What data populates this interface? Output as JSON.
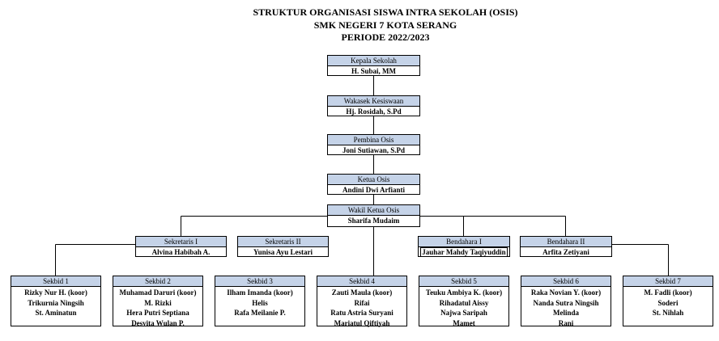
{
  "header": {
    "line1": "STRUKTUR ORGANISASI SISWA INTRA SEKOLAH (OSIS)",
    "line2": "SMK NEGERI 7 KOTA SERANG",
    "line3": "PERIODE 2022/2023"
  },
  "chain": [
    {
      "title": "Kepala Sekolah",
      "name": "H. Subai, MM"
    },
    {
      "title": "Wakasek Kesiswaan",
      "name": "Hj. Rosidah, S.Pd"
    },
    {
      "title": "Pembina Osis",
      "name": "Joni Sutiawan, S.Pd"
    },
    {
      "title": "Ketua Osis",
      "name": "Andini Dwi Arfianti"
    },
    {
      "title": "Wakil Ketua Osis",
      "name": "Sharifa Mudaim"
    }
  ],
  "officers": [
    {
      "title": "Sekretaris I",
      "name": "Alvina Habibah A."
    },
    {
      "title": "Sekretaris II",
      "name": "Yunisa Ayu Lestari"
    },
    {
      "title": "Bendahara I",
      "name": "Jauhar Mahdy Taqiyuddin"
    },
    {
      "title": "Bendahara II",
      "name": "Arfita Zetiyani"
    }
  ],
  "sekbid": [
    {
      "title": "Sekbid 1",
      "members": [
        "Rizky Nur H. (koor)",
        "Trikurnia Ningsih",
        "St. Aminatun"
      ]
    },
    {
      "title": "Sekbid 2",
      "members": [
        "Muhamad Daruri (koor)",
        "M. Rizki",
        "Hera Putri Septiana",
        "Desvita Wulan P."
      ]
    },
    {
      "title": "Sekbid 3",
      "members": [
        "Ilham Imanda (koor)",
        "Helis",
        "Rafa Meilanie P."
      ]
    },
    {
      "title": "Sekbid 4",
      "members": [
        "Zauti Maula (koor)",
        "Rifai",
        "Ratu Astria Suryani",
        "Mariatul Qiftiyah"
      ]
    },
    {
      "title": "Sekbid 5",
      "members": [
        "Teuku Ambiya K. (koor)",
        "Rihadatul Aissy",
        "Najwa Saripah",
        "Mamet"
      ]
    },
    {
      "title": "Sekbid 6",
      "members": [
        "Raka Novian Y. (koor)",
        "Nanda Sutra Ningsih",
        "Melinda",
        "Rani"
      ]
    },
    {
      "title": "Sekbid 7",
      "members": [
        "M. Fadli (koor)",
        "Soderi",
        "St. Nihlah"
      ]
    }
  ]
}
